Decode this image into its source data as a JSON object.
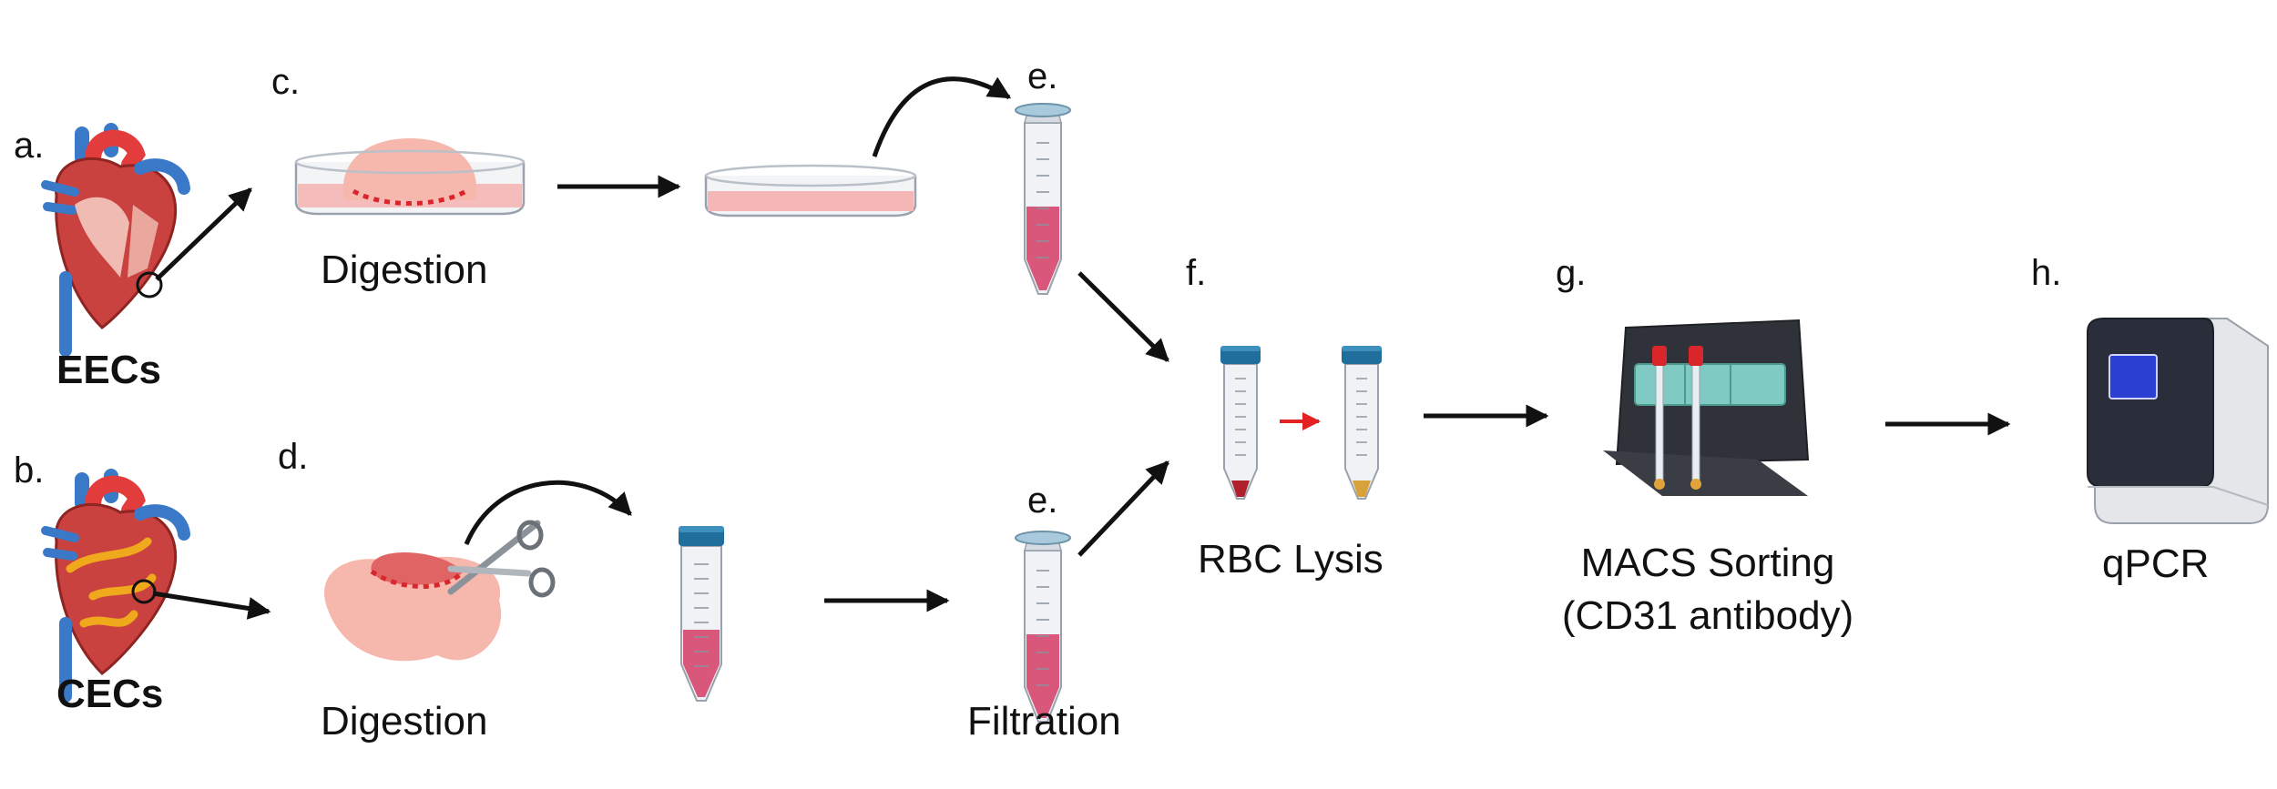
{
  "steps": {
    "a": "a.",
    "b": "b.",
    "c": "c.",
    "d": "d.",
    "e_top": "e.",
    "e_bottom": "e.",
    "f": "f.",
    "g": "g.",
    "h": "h."
  },
  "sources": {
    "eecs": "EECs",
    "cecs": "CECs"
  },
  "captions": {
    "digestion_top": "Digestion",
    "digestion_bottom": "Digestion",
    "filtration": "Filtration",
    "rbc_lysis": "RBC Lysis",
    "macs_line1": "MACS Sorting",
    "macs_line2": "(CD31 antibody)",
    "qpcr": "qPCR"
  },
  "icons": [
    "heart-icon",
    "petri-dish-icon",
    "scissors-icon",
    "tube-icon",
    "filter-tube-icon",
    "macs-separator-icon",
    "qpcr-machine-icon",
    "arrow-icon"
  ],
  "colors": {
    "tissue": "#f6b7ad",
    "cut_line": "#d9262b",
    "liquid": "#d8577a",
    "tube_cap": "#1f6e9c",
    "arrow": "#111111",
    "lysis_arrow": "#e52222",
    "magnet": "#7fcac2",
    "qpcr_screen": "#2b3fd1"
  }
}
